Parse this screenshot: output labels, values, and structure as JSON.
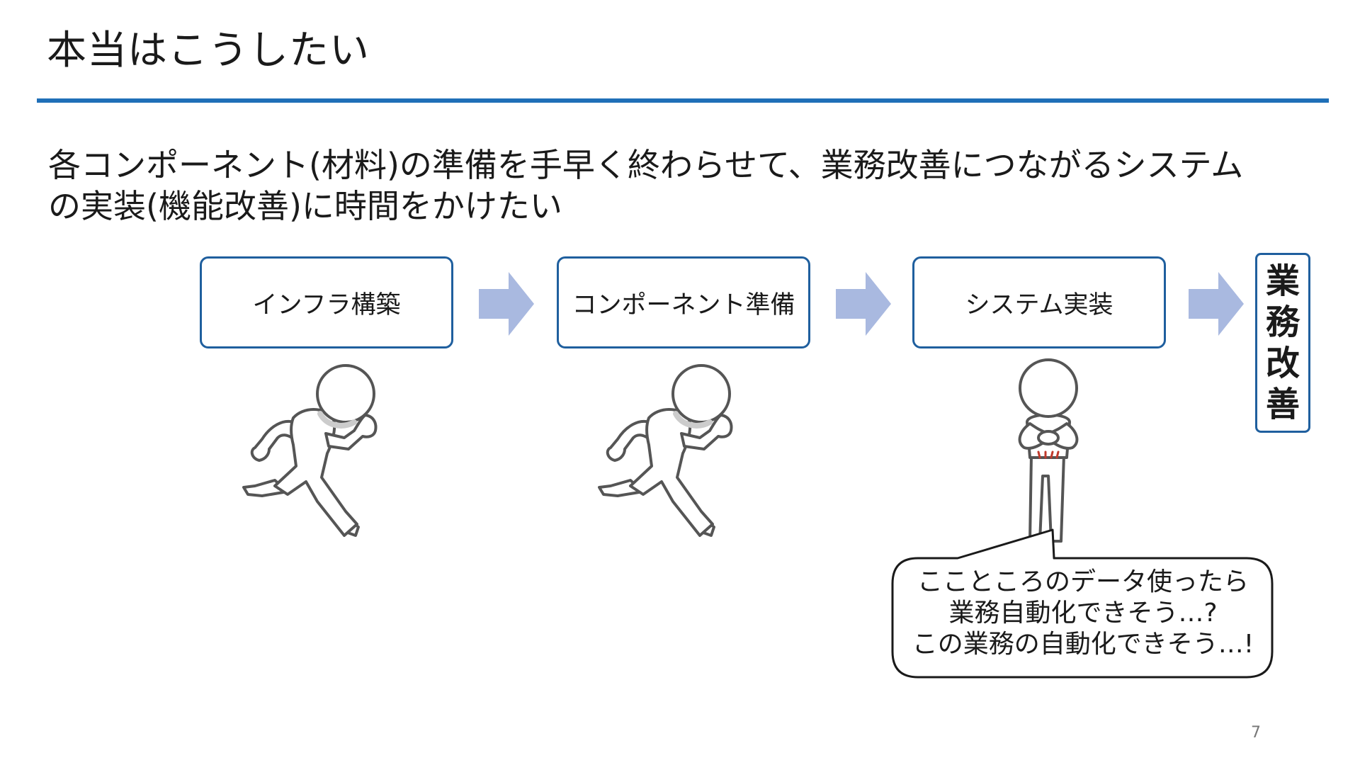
{
  "slide": {
    "title": "本当はこうしたい",
    "lead_lines": [
      "各コンポーネント(材料)の準備を手早く終わらせて、業務改善につながるシステム",
      "の実装(機能改善)に時間をかけたい"
    ],
    "steps": [
      {
        "label": "インフラ構築"
      },
      {
        "label": "コンポーネント準備"
      },
      {
        "label": "システム実装"
      }
    ],
    "goal_chars": [
      "業",
      "務",
      "改",
      "善"
    ],
    "bubble_lines": [
      "ここところのデータ使ったら",
      "業務自動化できそう…?",
      "この業務の自動化できそう…!"
    ],
    "page_number": "7"
  },
  "colors": {
    "accent": "#1f6fb8",
    "box_border": "#1f5f9e",
    "arrow_fill": "#a9b9e0",
    "figure_stroke": "#555555",
    "blush": "#c0392b"
  },
  "icons": {
    "arrow": "right-arrow-icon",
    "runner": "running-person-icon",
    "thinker": "thinking-person-icon"
  }
}
